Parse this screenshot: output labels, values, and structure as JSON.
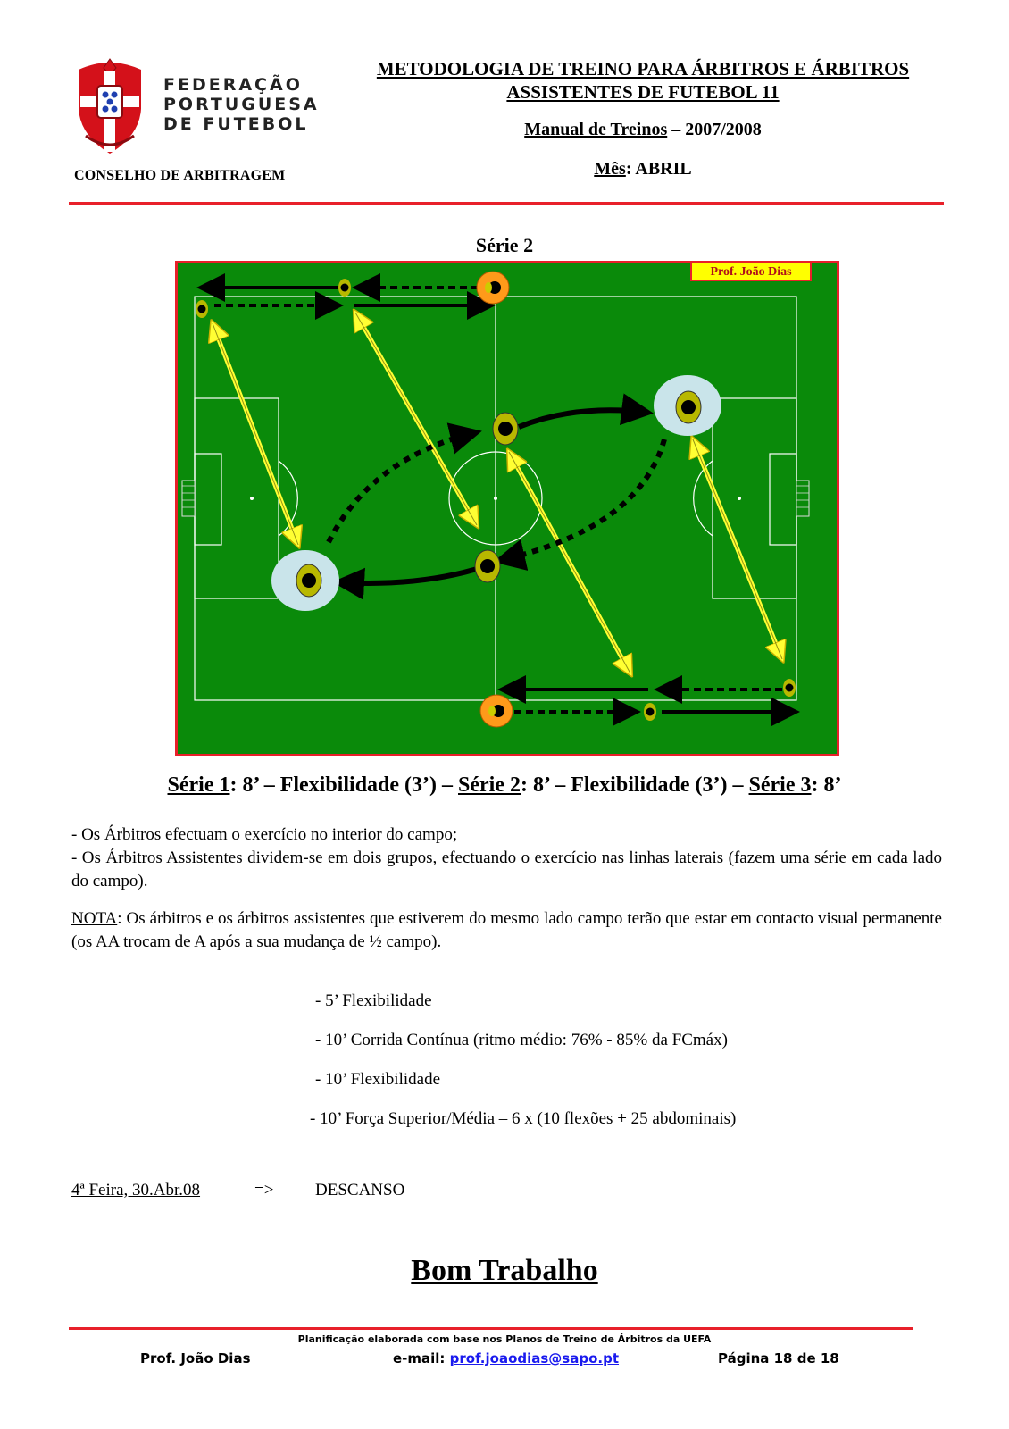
{
  "header": {
    "federation_lines": [
      "FEDERAÇÃO",
      "PORTUGUESA",
      "DE FUTEBOL"
    ],
    "council": "CONSELHO DE ARBITRAGEM",
    "title_line1": "METODOLOGIA DE TREINO PARA ÁRBITROS E ÁRBITROS",
    "title_line2": "ASSISTENTES DE FUTEBOL 11",
    "manual_label": "Manual de Treinos",
    "manual_year": " – 2007/2008",
    "month_label": "Mês",
    "month_value": ": ABRIL"
  },
  "diagram": {
    "title": "Série 2",
    "credit": "Prof.  João Dias"
  },
  "summary": {
    "s1": "Série 1",
    "p1": ": 8’  – Flexibilidade (3’) – ",
    "s2": "Série 2",
    "p2": ": 8’ – Flexibilidade (3’) – ",
    "s3": "Série 3",
    "p3": ": 8’"
  },
  "notes": {
    "bullet1": "- Os Árbitros efectuam o exercício no interior do campo;",
    "bullet2": "- Os Árbitros Assistentes dividem-se em dois grupos, efectuando o exercício nas linhas laterais (fazem uma série em cada lado do campo).",
    "nota_label": "NOTA",
    "nota_text": ": Os árbitros e os árbitros assistentes que estiverem do mesmo lado campo terão que estar em contacto visual permanente (os AA trocam de A após a sua mudança de ½ campo)."
  },
  "plan": [
    "- 5’ Flexibilidade",
    "- 10’ Corrida Contínua (ritmo médio: 76% - 85% da FCmáx)",
    "- 10’ Flexibilidade",
    "- 10’ Força Superior/Média – 6 x (10 flexões + 25 abdominais)"
  ],
  "rest_day": {
    "date": "4ª Feira, 30.Abr.08",
    "arrow": "=>",
    "label": "DESCANSO"
  },
  "closing": "Bom Trabalho",
  "footer": {
    "note": "Planificação elaborada com base nos Planos de Treino de Árbitros da UEFA",
    "author": "Prof. João Dias",
    "email_label": "e-mail: ",
    "email": "prof.joaodias@sapo.pt",
    "page": "Página 18 de 18"
  },
  "colors": {
    "accent_red": "#e8202a",
    "pitch_green": "#0a8a0a",
    "arrow_yellow": "#ffff33",
    "marker_cone": "#ff9a1a",
    "referee_zone": "#c9e4ea"
  }
}
